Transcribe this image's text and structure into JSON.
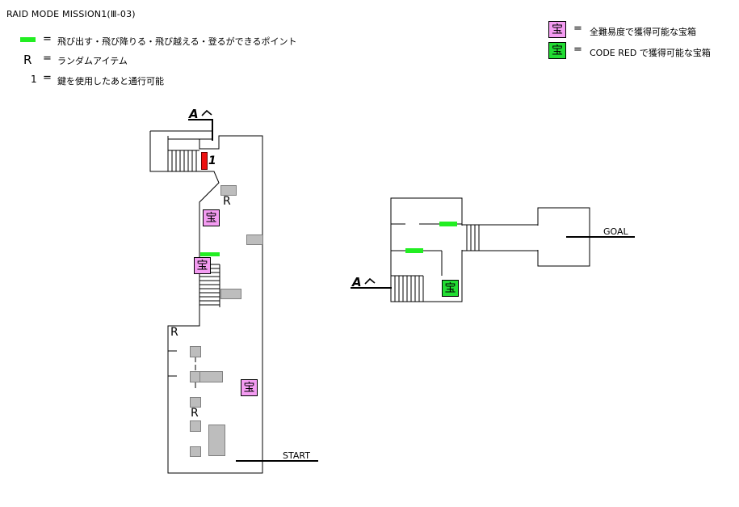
{
  "title": "RAID MODE  MISSION1(Ⅲ-03)",
  "legend_left": [
    {
      "symbol": "green-bar",
      "eq": "=",
      "text": "飛び出す・飛び降りる・飛び越える・登るができるポイント"
    },
    {
      "symbol": "R",
      "eq": "=",
      "text": "ランダムアイテム"
    },
    {
      "symbol": "1",
      "eq": "=",
      "text": "鍵を使用したあと通行可能"
    }
  ],
  "legend_right": [
    {
      "symbol": "宝",
      "color": "#f49cf2",
      "eq": "=",
      "text": "全難易度で獲得可能な宝箱"
    },
    {
      "symbol": "宝",
      "color": "#22dd33",
      "eq": "=",
      "text": "CODE RED で獲得可能な宝箱"
    }
  ],
  "map": {
    "treasure_symbol": "宝",
    "random_item_symbol": "R",
    "key_door_number": "1",
    "connection_mark": "A",
    "start_label": "START",
    "goal_label": "GOAL"
  },
  "colors": {
    "jump_point": "#22ee22",
    "key_door": "#ee1111",
    "obstacle": "#bdbdbd",
    "treasure_all": "#f49cf2",
    "treasure_code_red": "#22dd33"
  }
}
